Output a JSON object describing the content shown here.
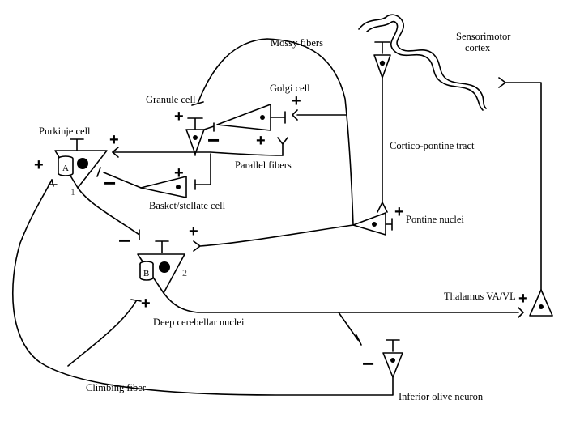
{
  "labels": {
    "mossy_fibers": "Mossy fibers",
    "sensorimotor_cortex_line1": "Sensorimotor",
    "sensorimotor_cortex_line2": "cortex",
    "granule_cell": "Granule cell",
    "golgi_cell": "Golgi cell",
    "purkinje_cell": "Purkinje cell",
    "parallel_fibers": "Parallel fibers",
    "cortico_pontine_tract": "Cortico-pontine tract",
    "basket_stellate_cell": "Basket/stellate cell",
    "pontine_nuclei": "Pontine nuclei",
    "thalamus": "Thalamus VA/VL",
    "deep_cerebellar_nuclei": "Deep cerebellar nuclei",
    "climbing_fiber": "Climbing fiber",
    "inferior_olive_neuron": "Inferior olive neuron"
  },
  "markers": {
    "purkinje_letter": "A",
    "deep_nuclei_letter": "B",
    "purkinje_number": "1",
    "deep_nuclei_number": "2"
  },
  "signs": {
    "plus": "+",
    "minus": "−"
  }
}
